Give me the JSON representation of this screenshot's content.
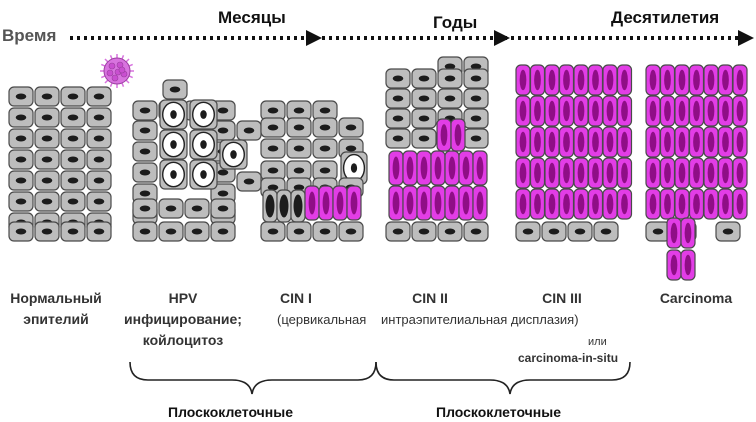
{
  "timeline": {
    "time_label": "Время",
    "markers": [
      "Месяцы",
      "Годы",
      "Десятилетия"
    ]
  },
  "stages": [
    {
      "title": "Нормальный",
      "title2": "эпителий"
    },
    {
      "title": "HPV",
      "title2": "инфицирование;",
      "title3": "койлоцитоз"
    },
    {
      "title": "CIN I",
      "subtitle": "(цервикальная"
    },
    {
      "title": "CIN II",
      "subtitle": "интраэпителиальная дисплазия)"
    },
    {
      "title": "CIN III",
      "or_text": "или",
      "alt_text": "carcinoma-in-situ"
    },
    {
      "title": "Carcinoma"
    }
  ],
  "braces": {
    "left_label": "Плоскоклеточные",
    "right_label": "Плоскоклеточные"
  },
  "colors": {
    "gray_cell": "#bdbdbd",
    "gray_stroke": "#4a4a4a",
    "nucleus_dark": "#1c1c1c",
    "magenta_cell": "#e23de6",
    "magenta_nucleus": "#8f0e86",
    "arrow": "#111111",
    "virus": "#d873df"
  }
}
